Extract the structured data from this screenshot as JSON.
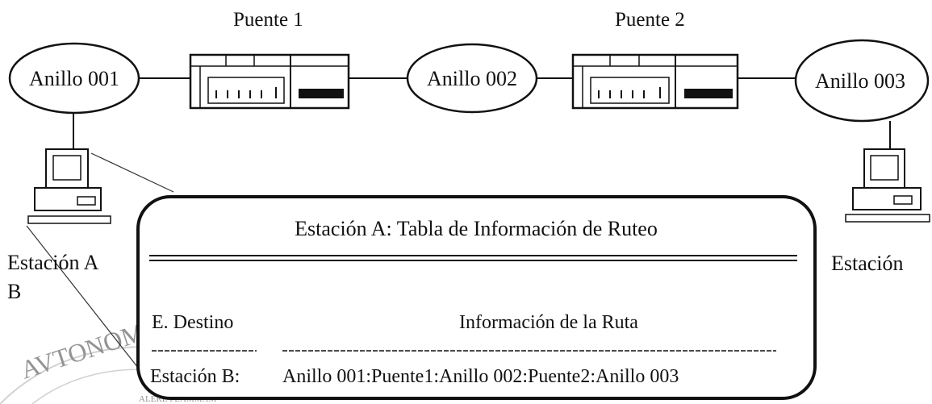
{
  "bridges": [
    {
      "label": "Puente 1"
    },
    {
      "label": "Puente 2"
    }
  ],
  "rings": [
    {
      "label": "Anillo 001"
    },
    {
      "label": "Anillo 002"
    },
    {
      "label": "Anillo 003"
    }
  ],
  "stations": {
    "left_label_line1": "Estación A",
    "left_label_line2": "B",
    "right_label": "Estación"
  },
  "table": {
    "title": "Estación A: Tabla de Información de Ruteo",
    "col_destination": "E. Destino",
    "col_route": "Información de la Ruta",
    "row_destination": "Estación B:",
    "row_route": "Anillo 001:Puente1:Anillo 002:Puente2:Anillo 003"
  },
  "watermark": {
    "text_top": "AVTONOMA",
    "text_small": "ALERE FLAMMAM"
  }
}
